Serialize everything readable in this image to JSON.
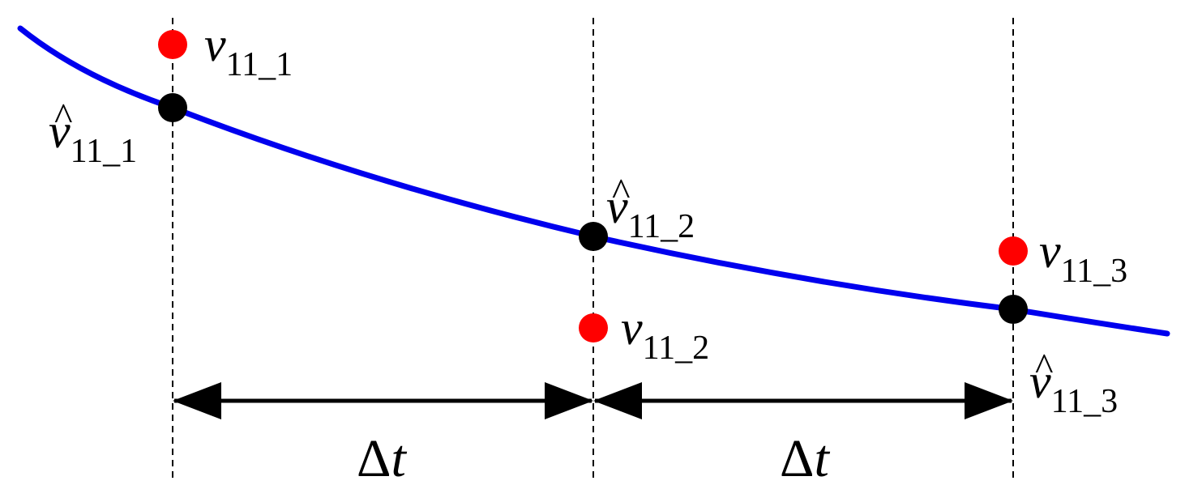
{
  "diagram": {
    "colors": {
      "curve": "#0000ee",
      "measured_point": "#ff0000",
      "estimated_point": "#000000",
      "guide_line": "#000000",
      "arrow": "#000000",
      "background": "#ffffff"
    },
    "measured_labels": [
      {
        "symbol": "v",
        "subscript": "11_1"
      },
      {
        "symbol": "v",
        "subscript": "11_2"
      },
      {
        "symbol": "v",
        "subscript": "11_3"
      }
    ],
    "estimated_labels": [
      {
        "symbol": "v",
        "hat": "^",
        "subscript": "11_1"
      },
      {
        "symbol": "v",
        "hat": "^",
        "subscript": "11_2"
      },
      {
        "symbol": "v",
        "hat": "^",
        "subscript": "11_3"
      }
    ],
    "intervals": [
      {
        "delta": "Δ",
        "variable": "t"
      },
      {
        "delta": "Δ",
        "variable": "t"
      }
    ]
  }
}
